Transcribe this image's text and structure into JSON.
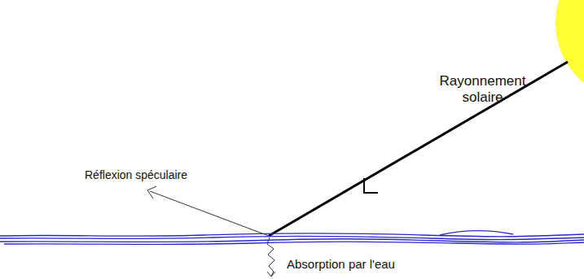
{
  "diagram": {
    "labels": [
      "Rayonnement solaire",
      "Réflexion spéculaire",
      "Absorption par l'eau"
    ]
  }
}
